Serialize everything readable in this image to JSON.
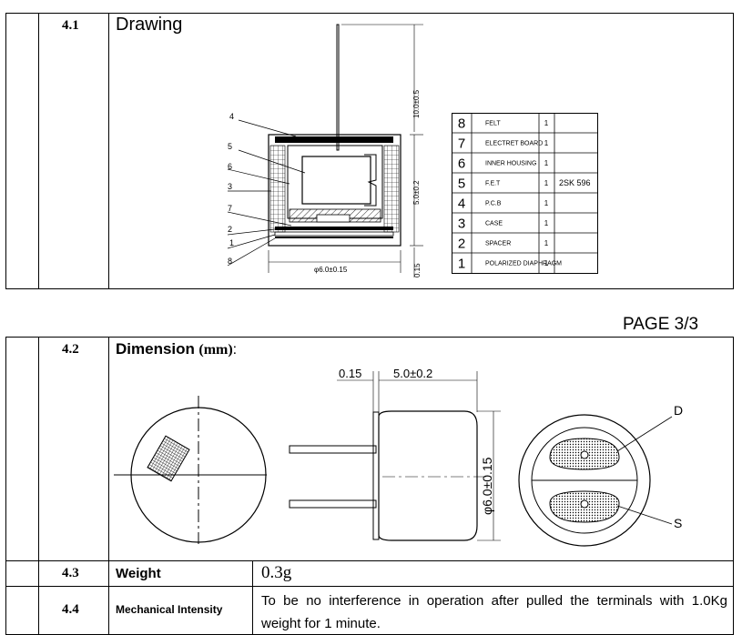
{
  "section_4_1": {
    "number": "4.1",
    "title": "Drawing",
    "callouts": [
      "4",
      "5",
      "6",
      "3",
      "7",
      "2",
      "1",
      "8"
    ],
    "dims": {
      "height": "5.0±0.2",
      "lead": "10.0±0.5",
      "diameter": "φ6.0±0.15",
      "thickness": "0.15"
    },
    "parts": [
      {
        "no": "8",
        "name": "FELT",
        "qty": "1",
        "note": ""
      },
      {
        "no": "7",
        "name": "ELECTRET BOARD",
        "qty": "1",
        "note": ""
      },
      {
        "no": "6",
        "name": "INNER HOUSING",
        "qty": "1",
        "note": ""
      },
      {
        "no": "5",
        "name": "F.E.T",
        "qty": "1",
        "note": "2SK 596"
      },
      {
        "no": "4",
        "name": "P.C.B",
        "qty": "1",
        "note": ""
      },
      {
        "no": "3",
        "name": "CASE",
        "qty": "1",
        "note": ""
      },
      {
        "no": "2",
        "name": "SPACER",
        "qty": "1",
        "note": ""
      },
      {
        "no": "1",
        "name": "POLARIZED DIAPHRAGM",
        "qty": "1",
        "note": ""
      }
    ]
  },
  "page_label": "PAGE 3/3",
  "section_4_2": {
    "number": "4.2",
    "title": "Dimension",
    "unit": "(mm)",
    "unit_suffix": ":",
    "dims": {
      "thickness": "0.15",
      "height": "5.0±0.2",
      "diameter": "φ6.0±0.15"
    },
    "terminal_labels": {
      "d": "D",
      "s": "S"
    }
  },
  "section_4_3": {
    "number": "4.3",
    "label": "Weight",
    "value": "0.3g"
  },
  "section_4_4": {
    "number": "4.4",
    "label": "Mechanical Intensity",
    "value": "To be no interference in operation after pulled the terminals with 1.0Kg weight for 1 minute."
  }
}
